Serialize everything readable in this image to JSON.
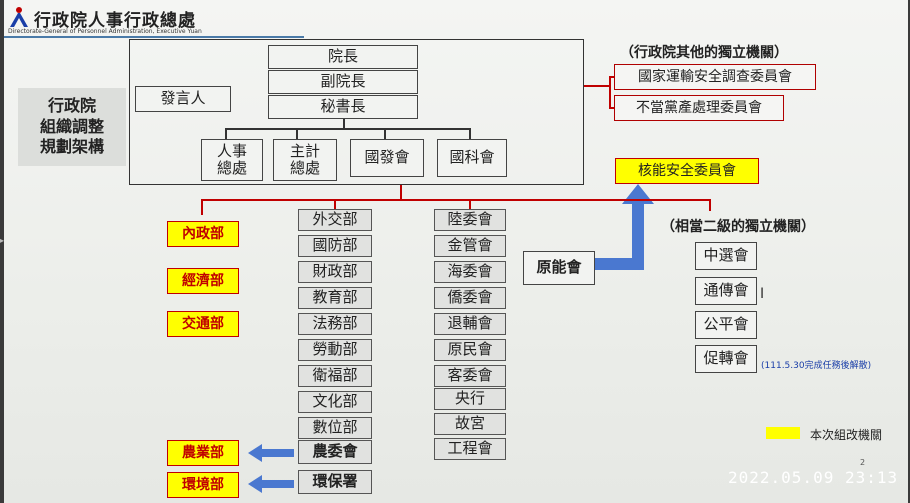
{
  "header": {
    "title": "行政院人事行政總處",
    "subtitle": "Directorate-General of Personnel Administration, Executive Yuan"
  },
  "side_title": [
    "行政院",
    "組織調整",
    "規劃架構"
  ],
  "top": {
    "premier": "院長",
    "vice_premier": "副院長",
    "secretary_general": "秘書長",
    "spokesperson": "發言人",
    "staff_units": [
      "人事\n總處",
      "主計\n總處",
      "國發會",
      "國科會"
    ]
  },
  "independent": {
    "heading": "（行政院其他的獨立機關）",
    "items": [
      "國家運輸安全調查委員會",
      "不當黨產處理委員會"
    ]
  },
  "second_level": {
    "heading": "（相當二級的獨立機關）",
    "items": [
      "中選會",
      "通傳會",
      "公平會",
      "促轉會"
    ],
    "note": "(111.5.30完成任務後解散)"
  },
  "nuclear": {
    "new_agency": "核能安全委員會",
    "old_agency": "原能會"
  },
  "reorg_ministries": [
    "內政部",
    "經濟部",
    "交通部"
  ],
  "ministries": [
    "外交部",
    "國防部",
    "財政部",
    "教育部",
    "法務部",
    "勞動部",
    "衛福部",
    "文化部",
    "數位部"
  ],
  "converted": [
    {
      "new": "農業部",
      "old": "農委會"
    },
    {
      "new": "環境部",
      "old": "環保署"
    }
  ],
  "councils": [
    "陸委會",
    "金管會",
    "海委會",
    "僑委會",
    "退輔會",
    "原民會",
    "客委會",
    "央行",
    "故宮",
    "工程會"
  ],
  "legend": {
    "label": "本次組改機關",
    "color": "#ffff00"
  },
  "timestamp": "2022.05.09  23:13",
  "page_mark": "2",
  "colors": {
    "connector_red": "#c00000",
    "arrow_blue": "#4a78d0",
    "highlight_yellow": "#ffff00"
  }
}
